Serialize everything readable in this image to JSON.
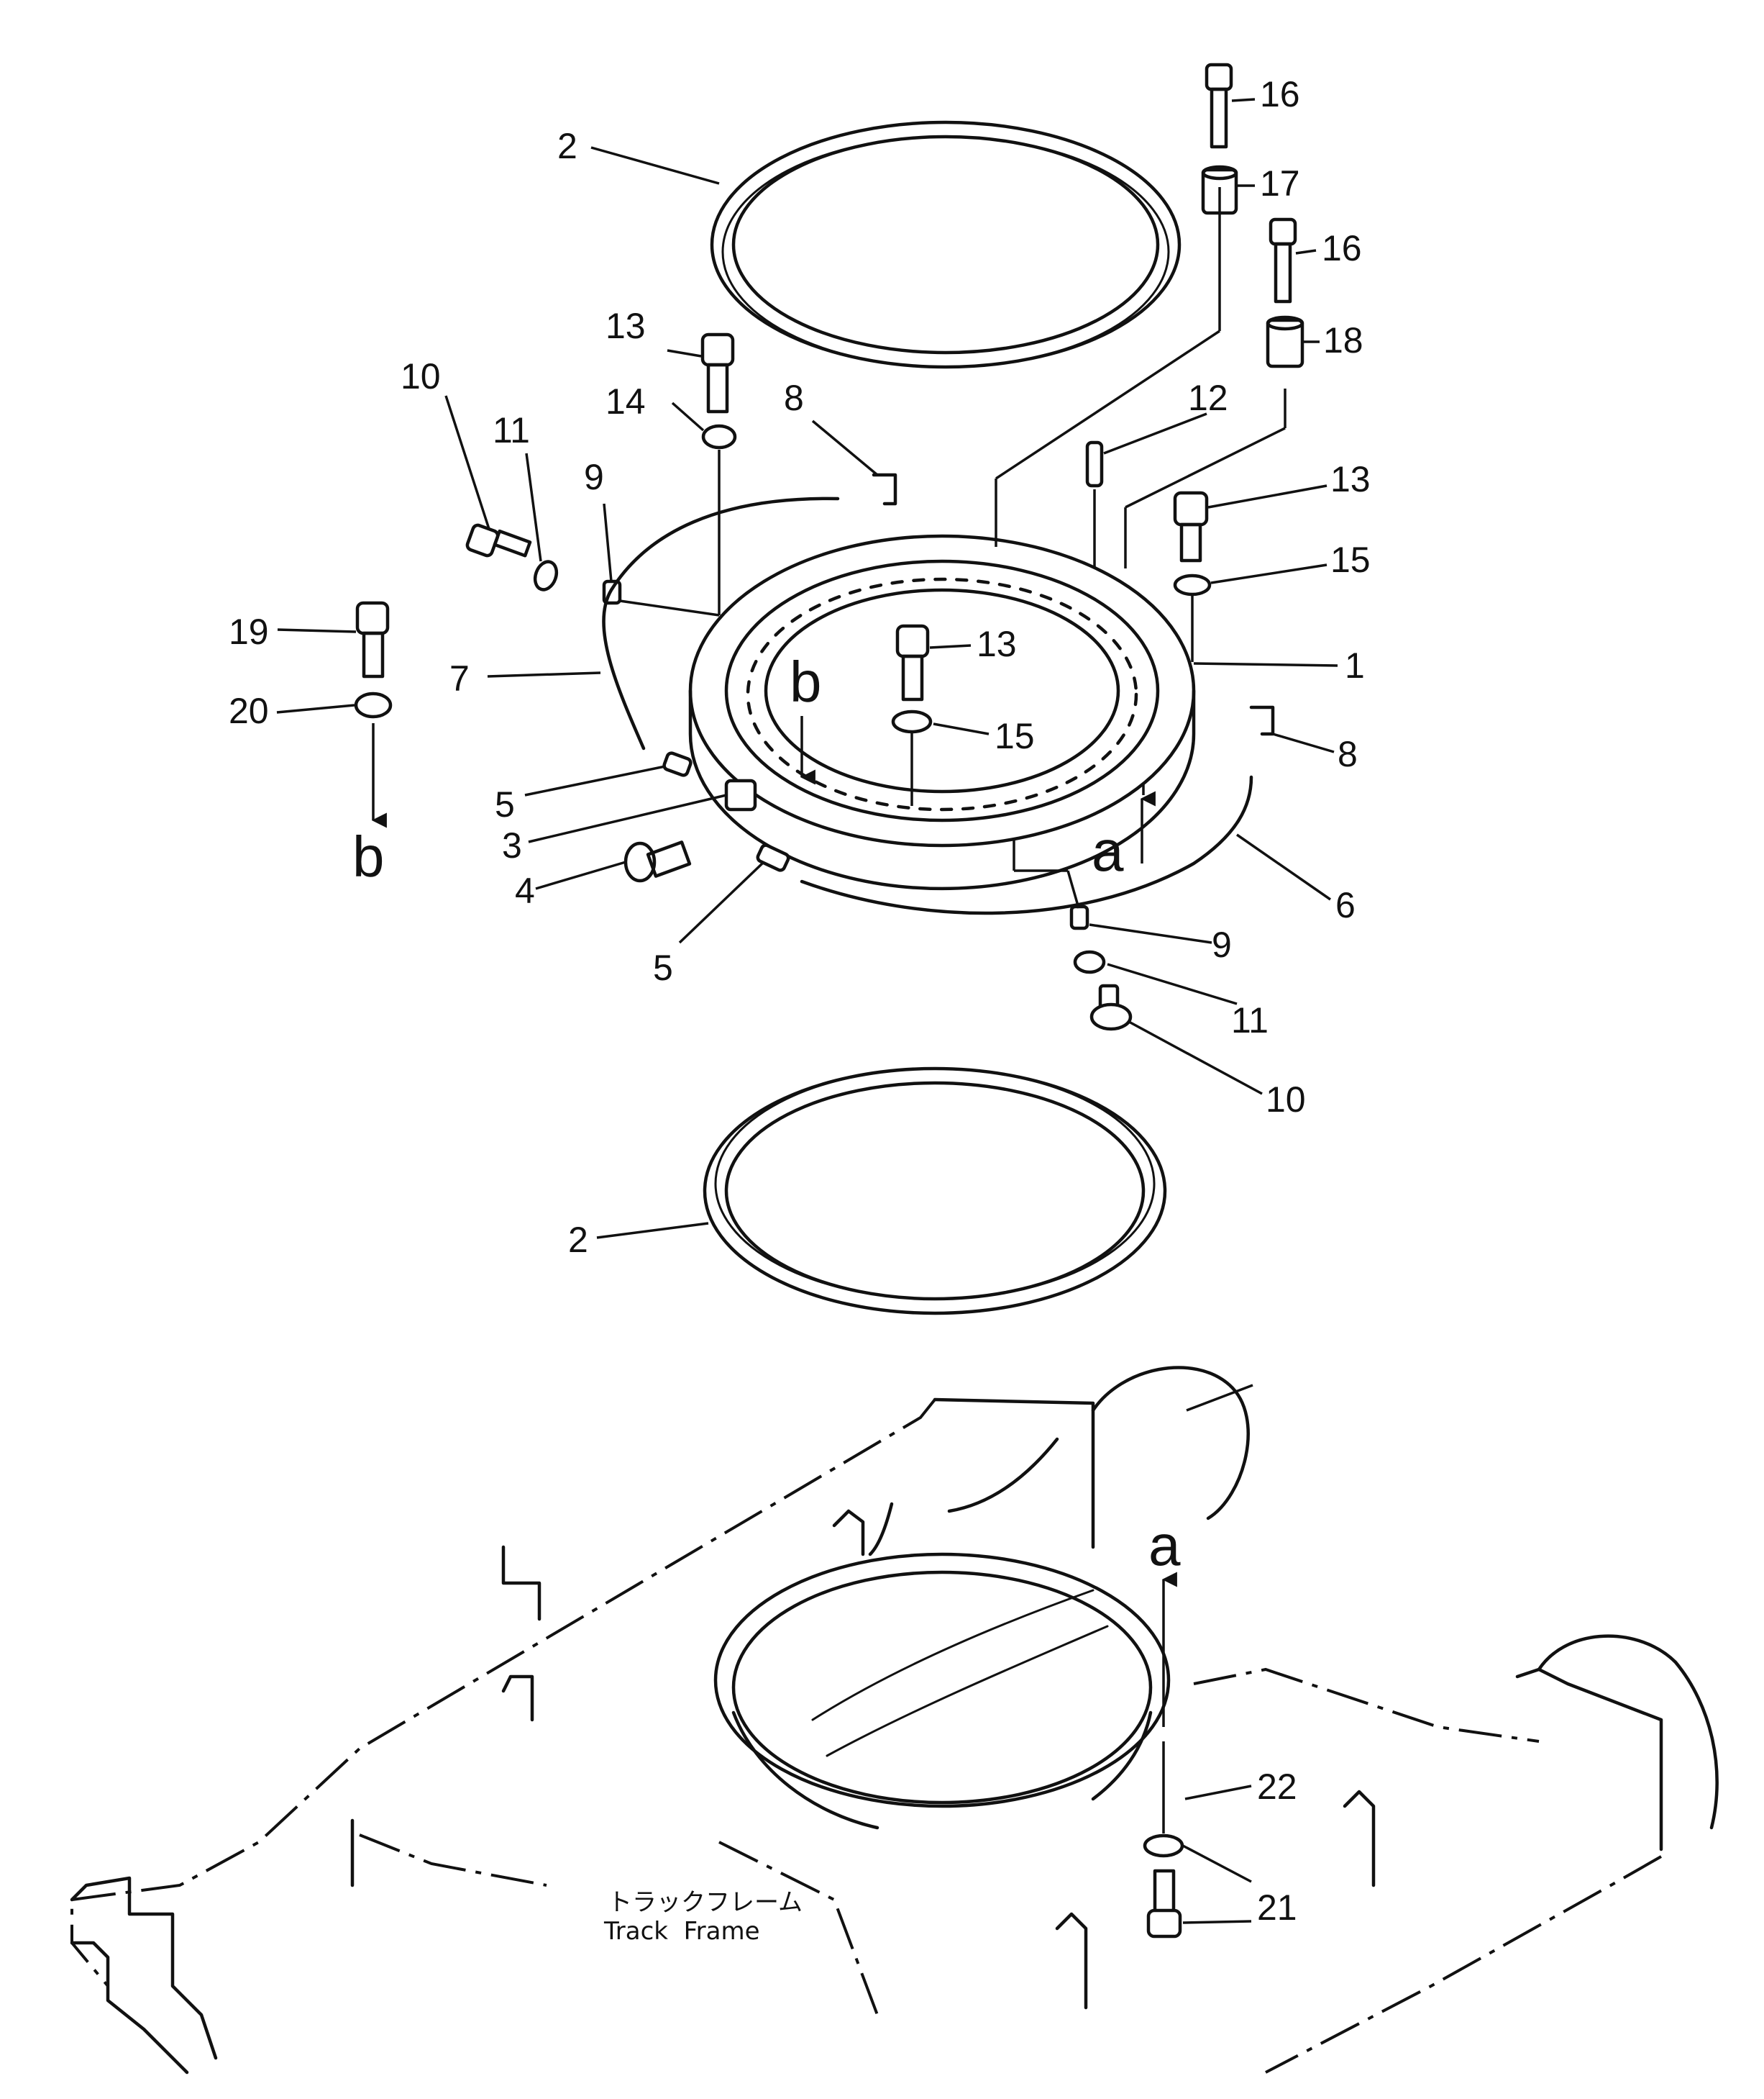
{
  "callouts": [
    {
      "id": "c2-top",
      "text": "2"
    },
    {
      "id": "c13-left",
      "text": "13"
    },
    {
      "id": "c14",
      "text": "14"
    },
    {
      "id": "c10-left",
      "text": "10"
    },
    {
      "id": "c11-left",
      "text": "11"
    },
    {
      "id": "c9-left",
      "text": "9"
    },
    {
      "id": "c8-top",
      "text": "8"
    },
    {
      "id": "c16-top",
      "text": "16"
    },
    {
      "id": "c17",
      "text": "17"
    },
    {
      "id": "c16-mid",
      "text": "16"
    },
    {
      "id": "c18",
      "text": "18"
    },
    {
      "id": "c12",
      "text": "12"
    },
    {
      "id": "c13-right",
      "text": "13"
    },
    {
      "id": "c15-right",
      "text": "15"
    },
    {
      "id": "c1",
      "text": "1"
    },
    {
      "id": "c13-center",
      "text": "13"
    },
    {
      "id": "c15-center",
      "text": "15"
    },
    {
      "id": "c8-right",
      "text": "8"
    },
    {
      "id": "c19",
      "text": "19"
    },
    {
      "id": "c20",
      "text": "20"
    },
    {
      "id": "c7",
      "text": "7"
    },
    {
      "id": "c5-left",
      "text": "5"
    },
    {
      "id": "c3",
      "text": "3"
    },
    {
      "id": "c4",
      "text": "4"
    },
    {
      "id": "c5-bottom",
      "text": "5"
    },
    {
      "id": "c6",
      "text": "6"
    },
    {
      "id": "c9-right",
      "text": "9"
    },
    {
      "id": "c11-right",
      "text": "11"
    },
    {
      "id": "c10-right",
      "text": "10"
    },
    {
      "id": "c2-bottom",
      "text": "2"
    },
    {
      "id": "c22",
      "text": "22"
    },
    {
      "id": "c21",
      "text": "21"
    }
  ],
  "arrows": {
    "b_left": "b",
    "b_center": "b",
    "a_ring": "a",
    "a_frame": "a"
  },
  "frame_label": {
    "japanese": "トラックフレーム",
    "english": "Track  Frame"
  }
}
